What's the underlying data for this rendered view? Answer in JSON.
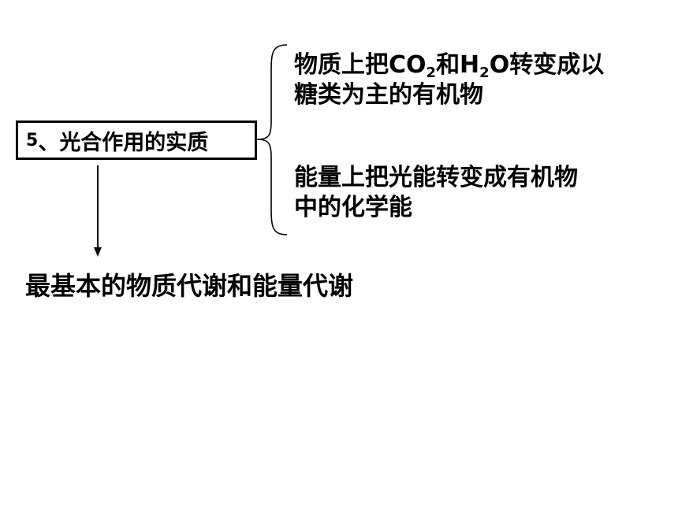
{
  "topic_box": {
    "number": "5",
    "separator": "、",
    "label": "光合作用的实质"
  },
  "branches": [
    {
      "line1_part1": "物质上把CO",
      "line1_sub1": "2",
      "line1_part2": "和H",
      "line1_sub2": "2",
      "line1_part3": "O转变成以",
      "line2": "糖类为主的有机物"
    },
    {
      "line1": "能量上把光能转变成有机物",
      "line2": "中的化学能"
    }
  ],
  "conclusion": "最基本的物质代谢和能量代谢"
}
